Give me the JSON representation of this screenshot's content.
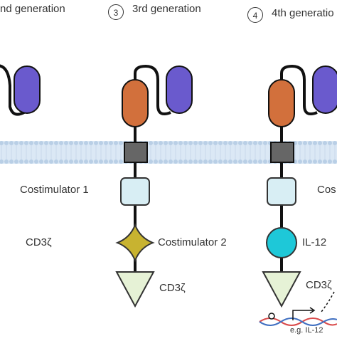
{
  "headers": [
    {
      "number": "",
      "label": "nd generation"
    },
    {
      "number": "3",
      "label": "3rd generation"
    },
    {
      "number": "4",
      "label": "4th generatio"
    }
  ],
  "labels": {
    "costim1_left": "Costimulator 1",
    "cd3z_left": "CD3ζ",
    "costim2_mid": "Costimulator 2",
    "cd3z_mid": "CD3ζ",
    "costim_right": "Cos",
    "il12_right": "IL-12",
    "cd3z_right": "CD3ζ",
    "eg_il12": "e.g. IL-12"
  },
  "colors": {
    "vh": "#6a5acd",
    "vl_orange": "#d2703c",
    "hinge": "#666666",
    "costim_box": "#d8eef4",
    "costim2_star": "#c8b330",
    "cd3z_tri": "#e6f2d6",
    "il12_circle": "#1ec8d8",
    "membrane": "#b9cfe6"
  }
}
